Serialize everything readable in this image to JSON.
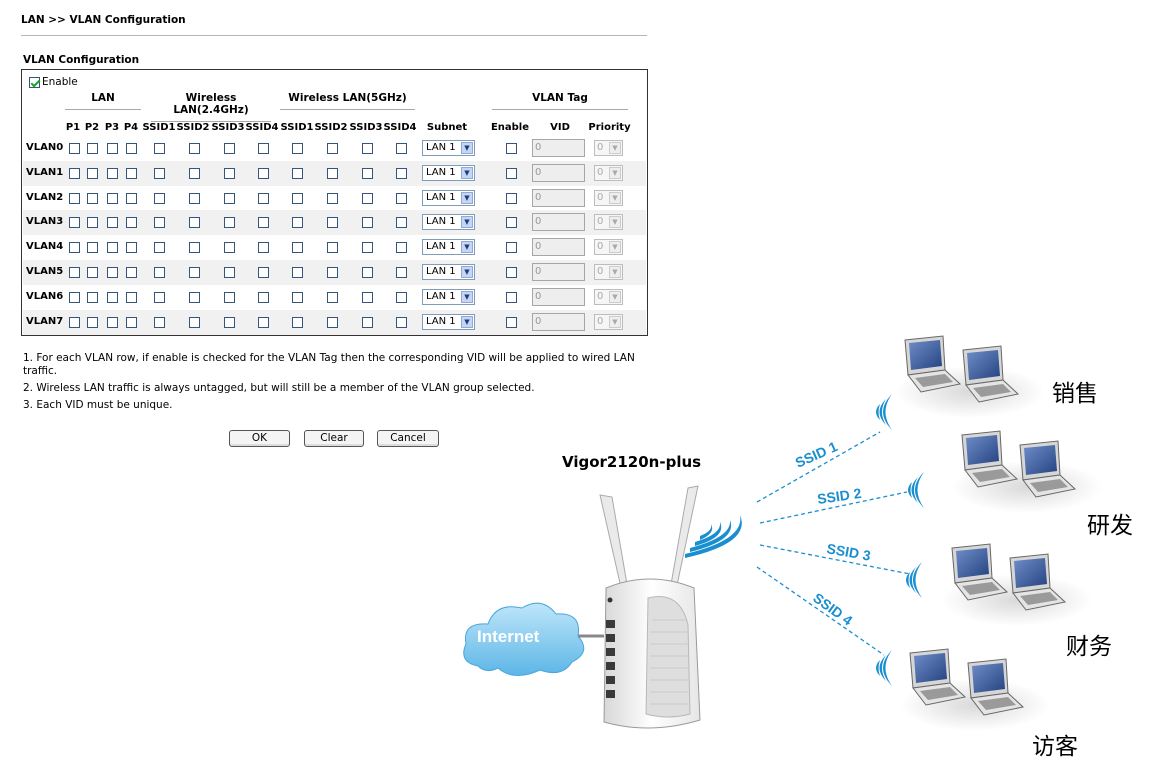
{
  "breadcrumb": "LAN >> VLAN Configuration",
  "section_title": "VLAN Configuration",
  "enable_label": "Enable",
  "groups": {
    "lan": "LAN",
    "wlan24": "Wireless LAN(2.4GHz)",
    "wlan5": "Wireless LAN(5GHz)",
    "vlan_tag": "VLAN Tag"
  },
  "columns": {
    "p1": "P1",
    "p2": "P2",
    "p3": "P3",
    "p4": "P4",
    "ssid1": "SSID1",
    "ssid2": "SSID2",
    "ssid3": "SSID3",
    "ssid4": "SSID4",
    "subnet": "Subnet",
    "enable": "Enable",
    "vid": "VID",
    "priority": "Priority"
  },
  "rows": [
    {
      "name": "VLAN0",
      "subnet": "LAN 1",
      "vid": "0",
      "priority": "0"
    },
    {
      "name": "VLAN1",
      "subnet": "LAN 1",
      "vid": "0",
      "priority": "0"
    },
    {
      "name": "VLAN2",
      "subnet": "LAN 1",
      "vid": "0",
      "priority": "0"
    },
    {
      "name": "VLAN3",
      "subnet": "LAN 1",
      "vid": "0",
      "priority": "0"
    },
    {
      "name": "VLAN4",
      "subnet": "LAN 1",
      "vid": "0",
      "priority": "0"
    },
    {
      "name": "VLAN5",
      "subnet": "LAN 1",
      "vid": "0",
      "priority": "0"
    },
    {
      "name": "VLAN6",
      "subnet": "LAN 1",
      "vid": "0",
      "priority": "0"
    },
    {
      "name": "VLAN7",
      "subnet": "LAN 1",
      "vid": "0",
      "priority": "0"
    }
  ],
  "notes": [
    "1. For each VLAN row, if enable is checked for the VLAN Tag then the corresponding VID will be applied to wired LAN traffic.",
    "2. Wireless LAN traffic is always untagged, but will still be a member of the VLAN group selected.",
    "3. Each VID must be unique."
  ],
  "buttons": {
    "ok": "OK",
    "clear": "Clear",
    "cancel": "Cancel"
  },
  "diagram": {
    "device_name": "Vigor2120n-plus",
    "internet_label": "Internet",
    "ssids": [
      "SSID 1",
      "SSID 2",
      "SSID 3",
      "SSID 4"
    ],
    "groups": [
      "销售",
      "研发",
      "财务",
      "访客"
    ],
    "colors": {
      "ssid_blue": "#1a8fd0",
      "cloud": "#8fd0f2",
      "screen": "#3c5f9e"
    }
  }
}
